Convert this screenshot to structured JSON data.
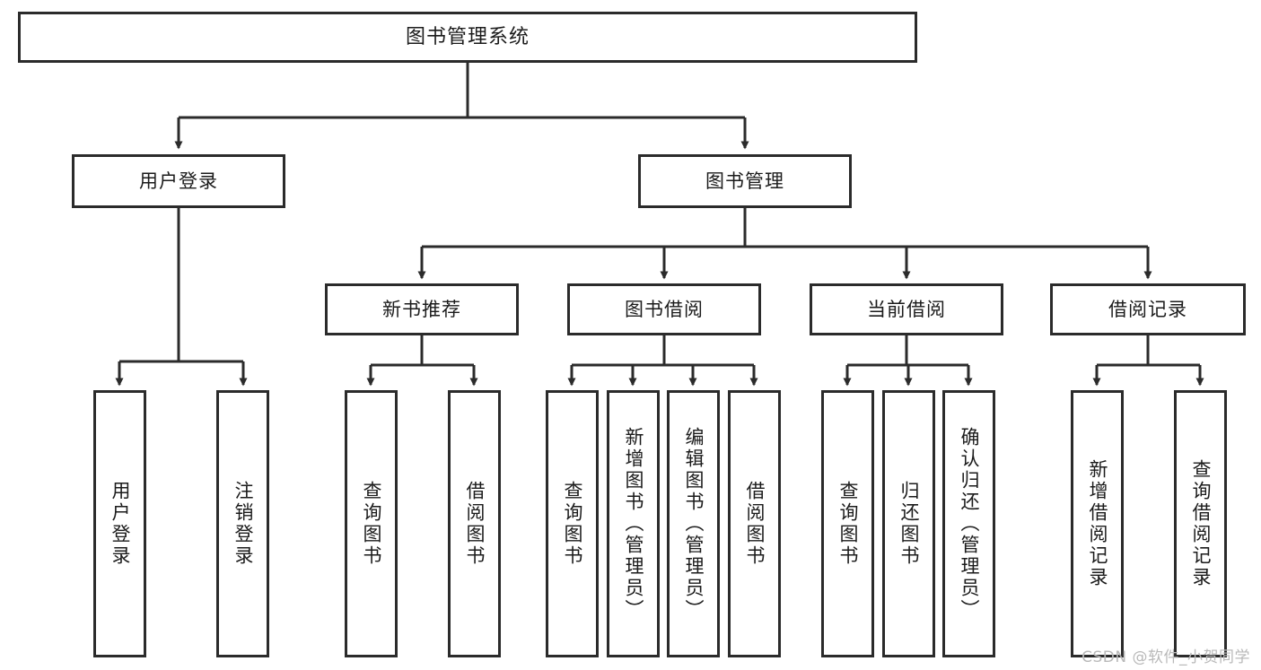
{
  "diagram": {
    "type": "tree-structure-chart",
    "title": "图书管理系统",
    "watermark": "CSDN @软件_小贺同学",
    "colors": {
      "stroke": "#2b2b2b",
      "fill": "#ffffff",
      "text": "#1b1b1b",
      "watermark": "#b9b9b9"
    },
    "root": {
      "label": "图书管理系统"
    },
    "level2": [
      {
        "label": "用户登录"
      },
      {
        "label": "图书管理"
      }
    ],
    "level3": [
      {
        "label": "新书推荐"
      },
      {
        "label": "图书借阅"
      },
      {
        "label": "当前借阅"
      },
      {
        "label": "借阅记录"
      }
    ],
    "leaves": {
      "user_login": [
        {
          "label": "用户登录"
        },
        {
          "label": "注销登录"
        }
      ],
      "new_book": [
        {
          "label": "查询图书"
        },
        {
          "label": "借阅图书"
        }
      ],
      "book_borrow": [
        {
          "label": "查询图书"
        },
        {
          "label": "新增图书（管理员）"
        },
        {
          "label": "编辑图书（管理员）"
        },
        {
          "label": "借阅图书"
        }
      ],
      "current_borrow": [
        {
          "label": "查询图书"
        },
        {
          "label": "归还图书"
        },
        {
          "label": "确认归还（管理员）"
        }
      ],
      "borrow_record": [
        {
          "label": "新增借阅记录"
        },
        {
          "label": "查询借阅记录"
        }
      ]
    }
  }
}
